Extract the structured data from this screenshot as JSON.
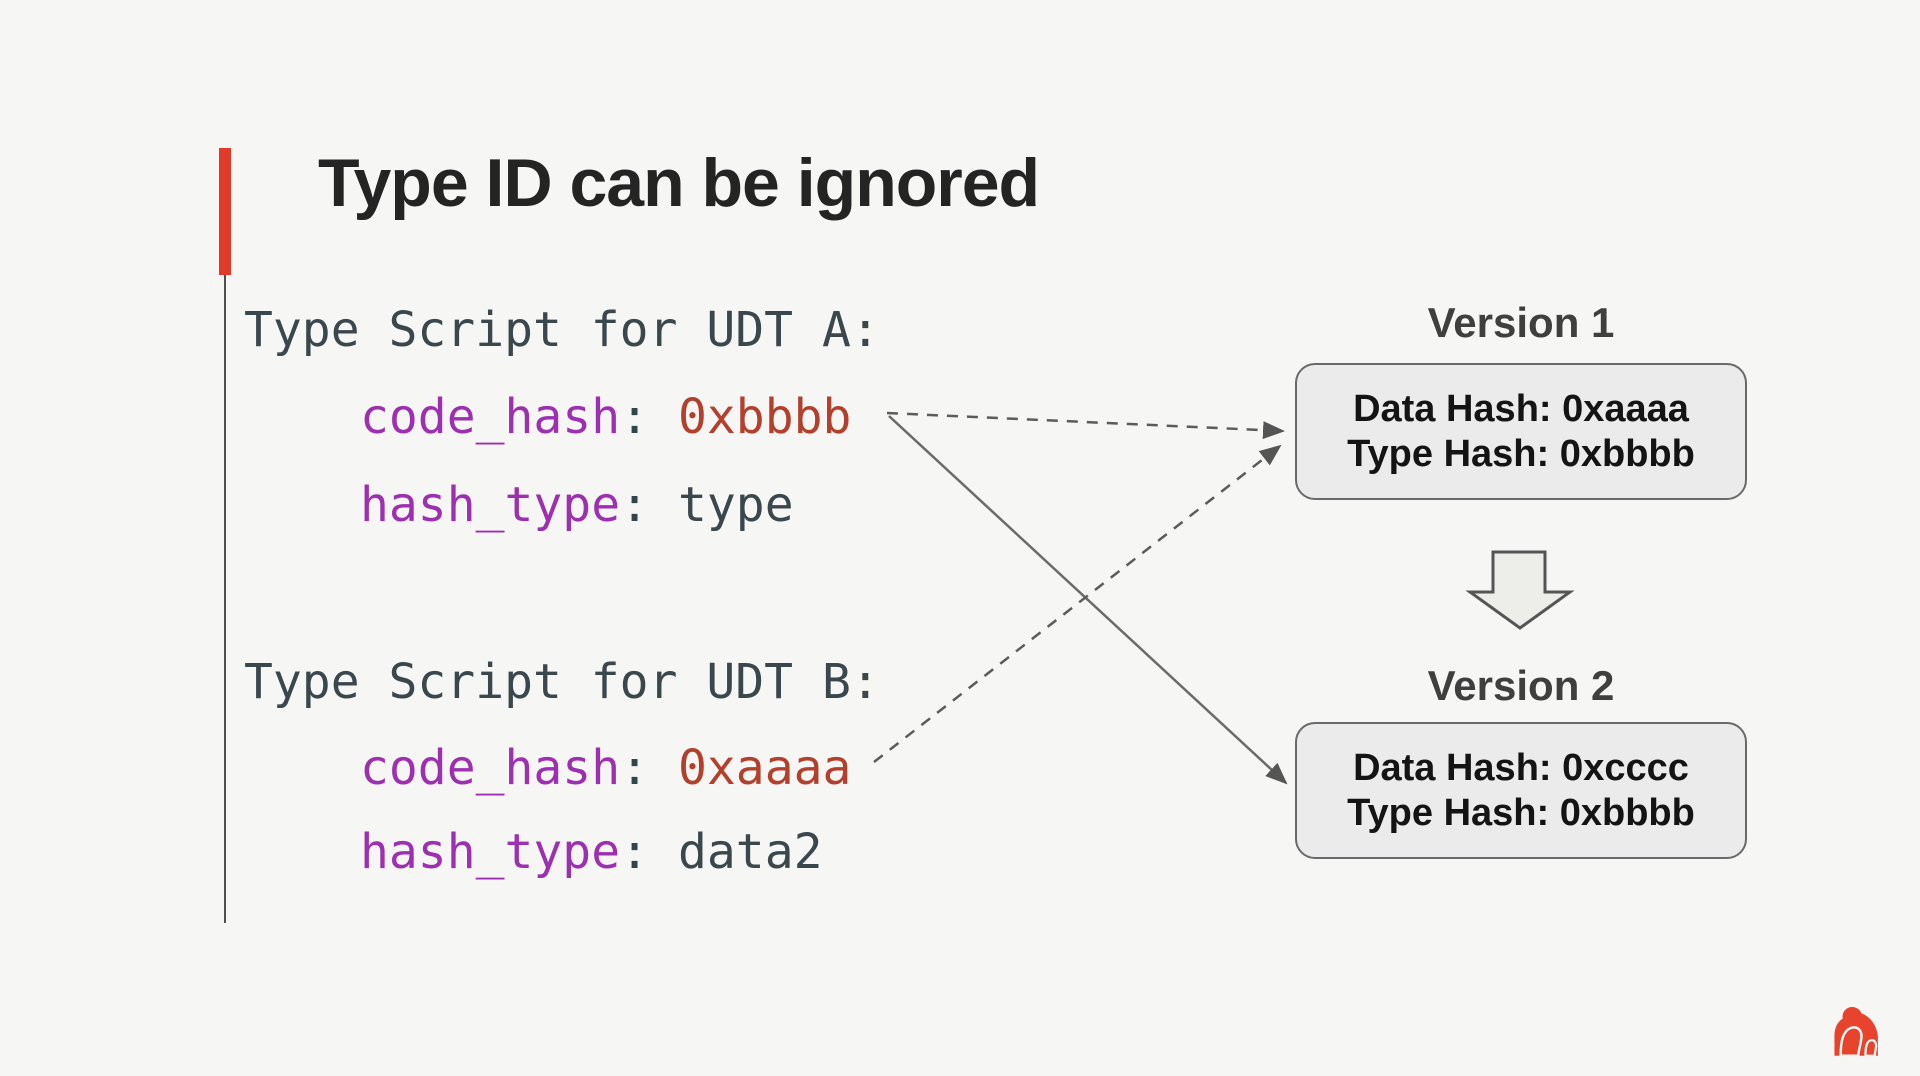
{
  "slide": {
    "title": "Type ID can be ignored"
  },
  "code": {
    "colon": ":",
    "blocks": [
      {
        "header": "Type Script for UDT A:",
        "lines": [
          {
            "key": "code_hash",
            "value": "0xbbbb"
          },
          {
            "key": "hash_type",
            "value": "type"
          }
        ]
      },
      {
        "header": "Type Script for UDT B:",
        "lines": [
          {
            "key": "code_hash",
            "value": "0xaaaa"
          },
          {
            "key": "hash_type",
            "value": "data2"
          }
        ]
      }
    ]
  },
  "diagram": {
    "version1": {
      "label": "Version 1",
      "line1": "Data Hash: 0xaaaa",
      "line2": "Type Hash: 0xbbbb"
    },
    "version2": {
      "label": "Version 2",
      "line1": "Data Hash: 0xcccc",
      "line2": "Type Hash: 0xbbbb"
    }
  },
  "colors": {
    "background": "#f6f6f4",
    "accent_red": "#e13a2b",
    "logo_red": "#e8432c",
    "key_purple": "#9c30b0",
    "value_rust": "#b2402c",
    "code_slate": "#3a474d",
    "title_dark": "#242424",
    "box_fill": "#ebebeb",
    "box_border": "#6a6a6a",
    "arrow_gray": "#5b5b5b"
  },
  "icons": {
    "down_arrow": "block-down-arrow",
    "logo": "gorilla-logo"
  }
}
